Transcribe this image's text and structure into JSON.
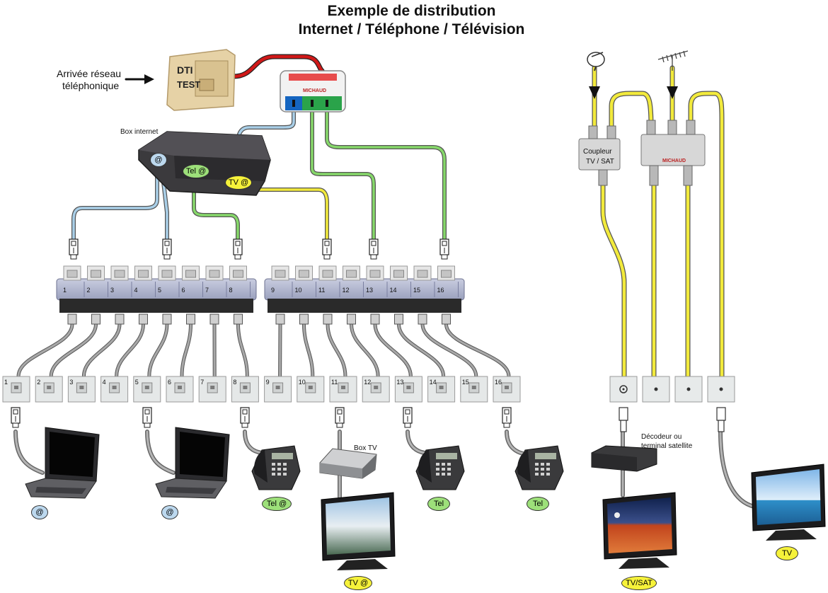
{
  "title_line1": "Exemple de distribution",
  "title_line2": "Internet / Téléphone / Télévision",
  "labels": {
    "arrivee_line1": "Arrivée réseau",
    "arrivee_line2": "téléphonique",
    "dti_line1": "DTI",
    "dti_line2": "TEST",
    "filter_brand": "MICHAUD",
    "box_internet": "Box internet",
    "box_tv": "Box TV",
    "coupleur_line1": "Coupleur",
    "coupleur_line2": "TV / SAT",
    "repartiteur_brand": "MICHAUD",
    "decodeur_line1": "Décodeur ou",
    "decodeur_line2": "terminal satellite"
  },
  "tags": {
    "box_net": "@",
    "box_tel": "Tel @",
    "box_tv": "TV @",
    "laptop1": "@",
    "laptop2": "@",
    "phone1": "Tel @",
    "tv1": "TV @",
    "phone2": "Tel",
    "phone3": "Tel",
    "tvsat": "TV/SAT",
    "tv2": "TV"
  },
  "patch_ports": [
    "1",
    "2",
    "3",
    "4",
    "5",
    "6",
    "7",
    "8",
    "9",
    "10",
    "11",
    "12",
    "13",
    "14",
    "15",
    "16"
  ],
  "wall_ports": [
    "1",
    "2",
    "3",
    "4",
    "5",
    "6",
    "7",
    "8",
    "9",
    "10",
    "11",
    "12",
    "13",
    "14",
    "15",
    "16"
  ],
  "colors": {
    "internet": "#a9cfe8",
    "telephone": "#86d86a",
    "television": "#f2ea3c",
    "line_in": "#d01818",
    "grey_cable": "#8c8c8c"
  },
  "icons": [
    "rj45-plug-icon",
    "laptop-icon",
    "desk-phone-icon",
    "tv-icon",
    "satellite-dish-icon",
    "antenna-icon"
  ]
}
